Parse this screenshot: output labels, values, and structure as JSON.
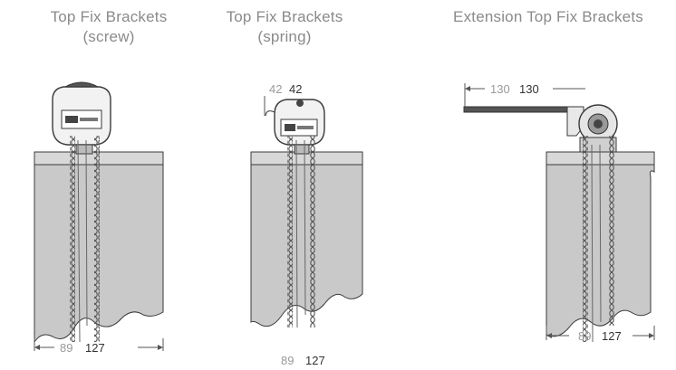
{
  "panels": [
    {
      "title_line1": "Top Fix Brackets",
      "title_line2": "(screw)",
      "bottom_dim_grey": "89",
      "bottom_dim_dark": "127"
    },
    {
      "title_line1": "Top Fix Brackets",
      "title_line2": "(spring)",
      "top_dim_grey": "42",
      "top_dim_dark": "42",
      "bottom_dim_grey": "89",
      "bottom_dim_dark": "127"
    },
    {
      "title_line1": "Extension Top Fix Brackets",
      "top_dim_grey": "130",
      "top_dim_dark": "130",
      "bottom_dim_grey": "89",
      "bottom_dim_dark": "127"
    }
  ],
  "colors": {
    "blind_fabric": "#c9c9c9",
    "headrail": "#d6d6d6",
    "outline": "#3a3a3a",
    "chain": "#555555",
    "title_text": "#8a8a8a"
  }
}
